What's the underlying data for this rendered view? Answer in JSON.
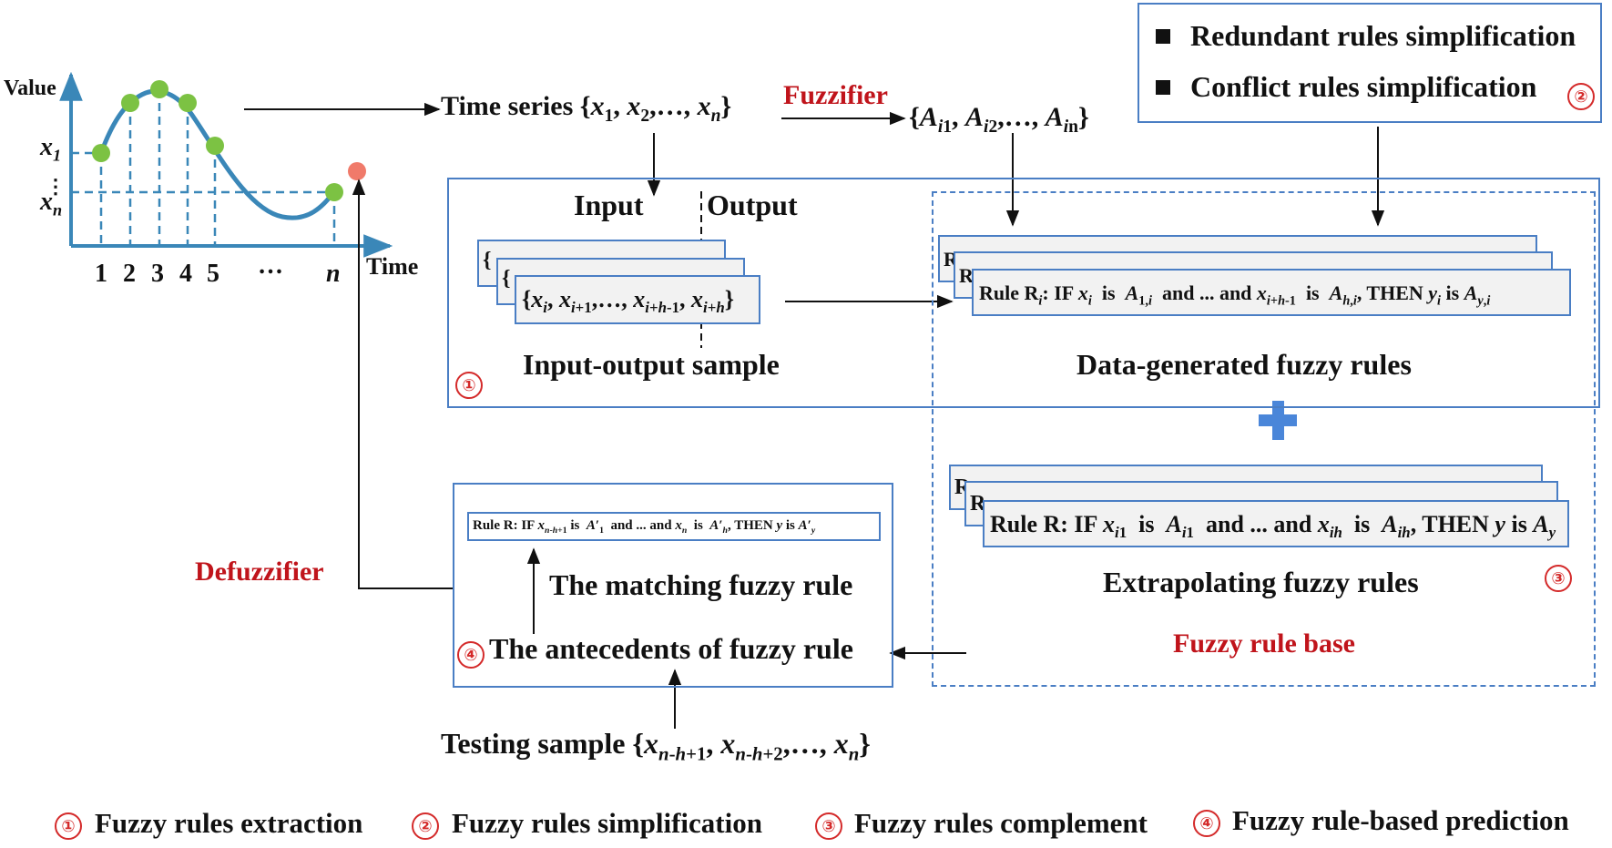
{
  "chart": {
    "value_label": "Value",
    "time_label": "Time",
    "y_ticks": [
      "x1",
      "xn"
    ],
    "x_ticks": [
      "1",
      "2",
      "3",
      "4",
      "5",
      "…",
      "n"
    ]
  },
  "time_series": {
    "label": "Time series {x1, x2,…, xn}"
  },
  "fuzzifier": {
    "label": "Fuzzifier",
    "output": "{Ai1, Ai2,…, Ain}"
  },
  "defuzzifier": {
    "label": "Defuzzifier"
  },
  "simplification": {
    "item1": "Redundant rules simplification",
    "item2": "Conflict rules simplification",
    "marker": "②"
  },
  "extraction": {
    "input_label": "Input",
    "output_label": "Output",
    "sample_text": "{xi, xi+1,…, xi+h-1, xi+h}",
    "sample_caption": "Input-output sample",
    "marker": "①",
    "rules_text": "Rule Ri: IF xi is A1,i and ... and xi+h-1 is Ah,i, THEN yi is Ay,i",
    "rules_caption": "Data-generated fuzzy rules"
  },
  "complement": {
    "rule_text": "Rule R: IF xi1 is Ai1 and ... and xih is Aih, THEN y is Ay",
    "caption": "Extrapolating fuzzy rules",
    "base_caption": "Fuzzy rule base",
    "marker": "③"
  },
  "prediction": {
    "match_rule": "Rule R: IF xn-h+1 is A′1 and ... and xn is A′h, THEN y is A′y",
    "match_caption": "The matching fuzzy rule",
    "antecedents": "The antecedents of fuzzy rule",
    "marker": "④",
    "testing_sample": "Testing sample {xn-h+1, xn-h+2,…, xn}"
  },
  "legend": [
    {
      "marker": "①",
      "label": "Fuzzy rules extraction"
    },
    {
      "marker": "②",
      "label": "Fuzzy rules simplification"
    },
    {
      "marker": "③",
      "label": "Fuzzy rules complement"
    },
    {
      "marker": "④",
      "label": "Fuzzy rule-based prediction"
    }
  ],
  "colors": {
    "line_blue": "#3a87b8",
    "box_blue": "#4a7ec4",
    "point_green": "#7cc243",
    "point_red": "#f07a6a",
    "text_red": "#c0141b",
    "plus_blue": "#4a86d9"
  }
}
